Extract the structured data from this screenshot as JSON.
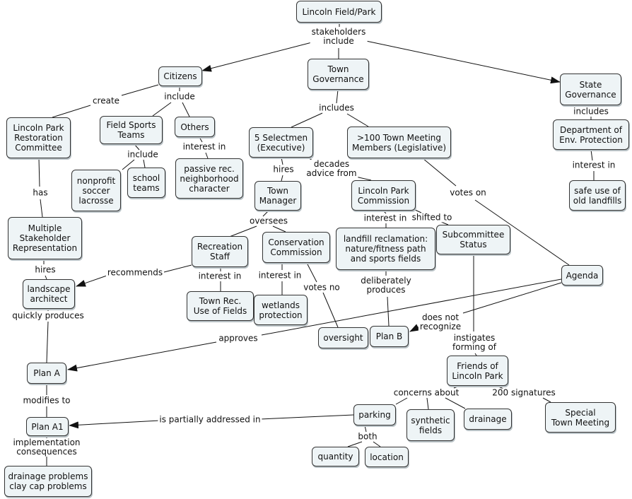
{
  "colors": {
    "node_fill": "#eef4f6",
    "node_border": "#333333",
    "link": "#111111"
  },
  "nodes": {
    "lincoln_field_park": [
      "Lincoln Field/Park"
    ],
    "citizens": [
      "Citizens"
    ],
    "town_governance": [
      "Town",
      "Governance"
    ],
    "state_governance": [
      "State",
      "Governance"
    ],
    "restoration_committee": [
      "Lincoln Park",
      "Restoration",
      "Committee"
    ],
    "field_sports_teams": [
      "Field Sports",
      "Teams"
    ],
    "others": [
      "Others"
    ],
    "five_selectmen": [
      "5 Selectmen",
      "(Executive)"
    ],
    "town_meeting_members": [
      ">100 Town Meeting",
      "Members (Legislative)"
    ],
    "dep": [
      "Department of",
      "Env. Protection"
    ],
    "nonprofit_soccer": [
      "nonprofit",
      "soccer",
      "lacrosse"
    ],
    "school_teams": [
      "school",
      "teams"
    ],
    "passive_rec": [
      "passive rec.",
      "neighborhood",
      "character"
    ],
    "town_manager": [
      "Town",
      "Manager"
    ],
    "lp_commission": [
      "Lincoln Park",
      "Commission"
    ],
    "safe_landfills": [
      "safe use of",
      "old landfills"
    ],
    "multiple_stakeholder": [
      "Multiple",
      "Stakeholder",
      "Representation"
    ],
    "recreation_staff": [
      "Recreation",
      "Staff"
    ],
    "conservation_commission": [
      "Conservation",
      "Commission"
    ],
    "landfill_reclamation": [
      "landfill reclamation:",
      "nature/fitness path",
      "and sports fields"
    ],
    "subcommittee_status": [
      "Subcommittee",
      "Status"
    ],
    "agenda": [
      "Agenda"
    ],
    "landscape_architect": [
      "landscape",
      "architect"
    ],
    "town_rec_fields": [
      "Town Rec.",
      "Use of Fields"
    ],
    "wetlands": [
      "wetlands",
      "protection"
    ],
    "oversight": [
      "oversight"
    ],
    "plan_b": [
      "Plan B"
    ],
    "plan_a": [
      "Plan A"
    ],
    "friends": [
      "Friends of",
      "Lincoln Park"
    ],
    "special_town_meeting": [
      "Special",
      "Town Meeting"
    ],
    "parking": [
      "parking"
    ],
    "synthetic_fields": [
      "synthetic",
      "fields"
    ],
    "drainage": [
      "drainage"
    ],
    "plan_a1": [
      "Plan A1"
    ],
    "quantity": [
      "quantity"
    ],
    "location": [
      "location"
    ],
    "drainage_problems": [
      "drainage problems",
      "clay cap problems"
    ]
  },
  "labels": {
    "stakeholders_include": [
      "stakeholders",
      "include"
    ],
    "create": [
      "create"
    ],
    "include_citizens": [
      "include"
    ],
    "includes_town": [
      "includes"
    ],
    "includes_state": [
      "includes"
    ],
    "include_teams": [
      "include"
    ],
    "interest_in_others": [
      "interest in"
    ],
    "interest_in_dep": [
      "interest in"
    ],
    "has": [
      "has"
    ],
    "hires_manager": [
      "hires"
    ],
    "decades_advice": [
      "decades",
      "advice from"
    ],
    "votes_on": [
      "votes on"
    ],
    "interest_in_commission": [
      "interest in"
    ],
    "shifted_to": [
      "shifted to"
    ],
    "oversees": [
      "oversees"
    ],
    "hires_architect": [
      "hires"
    ],
    "recommends": [
      "recommends"
    ],
    "interest_in_rec": [
      "interest in"
    ],
    "interest_in_cons": [
      "interest in"
    ],
    "votes_no": [
      "votes no"
    ],
    "deliberately_produces": [
      "deliberately",
      "produces"
    ],
    "quickly_produces": [
      "quickly produces"
    ],
    "does_not_recognize": [
      "does not",
      "recognize"
    ],
    "approves": [
      "approves"
    ],
    "instigates": [
      "instigates",
      "forming of"
    ],
    "concerns_about": [
      "concerns about"
    ],
    "signatures": [
      "200 signatures"
    ],
    "modifies_to": [
      "modifies to"
    ],
    "partially_addressed": [
      "is partially addressed in"
    ],
    "both": [
      "both"
    ],
    "implementation": [
      "implementation",
      "consequences"
    ]
  }
}
